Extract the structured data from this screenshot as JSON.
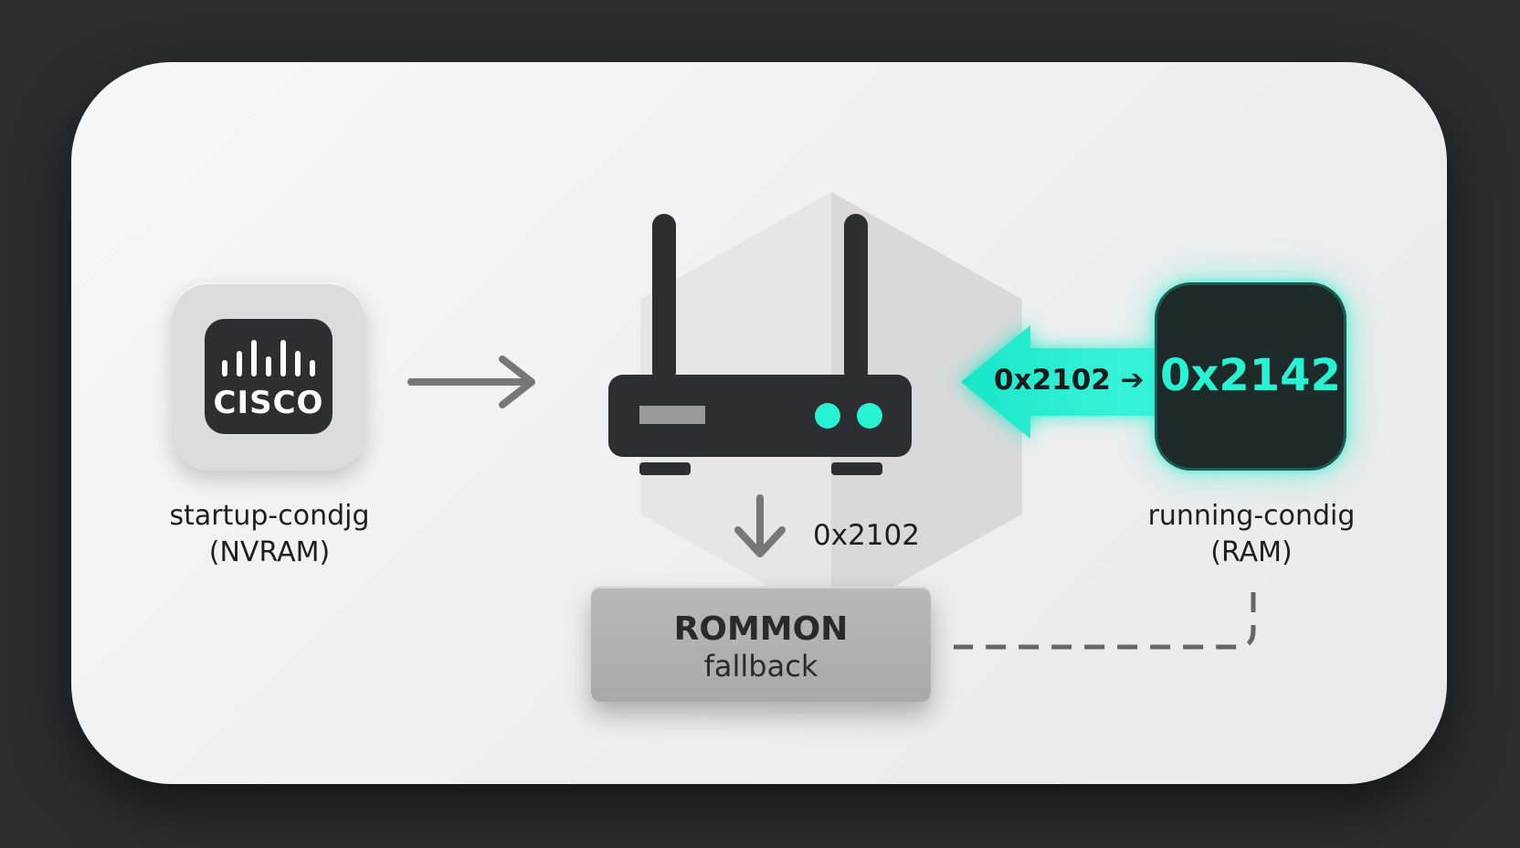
{
  "nodes": {
    "startup": {
      "logo_text": "CISCO",
      "label_line1": "startup-condjg",
      "label_line2": "(NVRAM)"
    },
    "router": {
      "boot_register": "0x2102"
    },
    "rommon": {
      "title": "ROMMON",
      "subtitle": "fallback"
    },
    "running": {
      "value": "0x2142",
      "label_line1": "running-condig",
      "label_line2": "(RAM)"
    }
  },
  "edges": {
    "ram_to_router": {
      "label": "0x2102 ➔"
    }
  },
  "colors": {
    "accent": "#27f2d2",
    "dark": "#2d2e32",
    "rommon": "#b0b0b0",
    "background": "#2b2d31"
  }
}
